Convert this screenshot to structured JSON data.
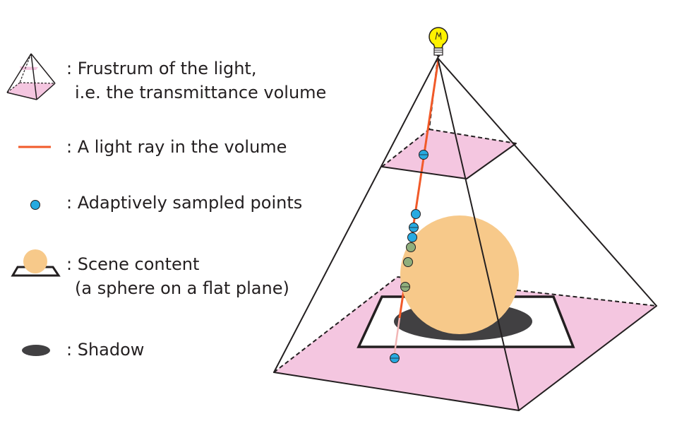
{
  "legend": {
    "items": [
      {
        "lines": [
          ": Frustrum of the light,",
          "i.e. the transmittance volume"
        ]
      },
      {
        "lines": [
          ": A light ray in the volume"
        ]
      },
      {
        "lines": [
          ": Adaptively sampled points"
        ]
      },
      {
        "lines": [
          ": Scene content",
          "(a sphere on a flat plane)"
        ]
      },
      {
        "lines": [
          ": Shadow"
        ]
      }
    ]
  },
  "colors": {
    "frustum_fill": "#f4c6e0",
    "ray": "#f15a29",
    "sample_point": "#27aae1",
    "sample_point_occluded": "#8fae7c",
    "sphere": "#f7c98a",
    "shadow": "#414042",
    "bulb": "#fff200",
    "outline": "#231f20"
  }
}
